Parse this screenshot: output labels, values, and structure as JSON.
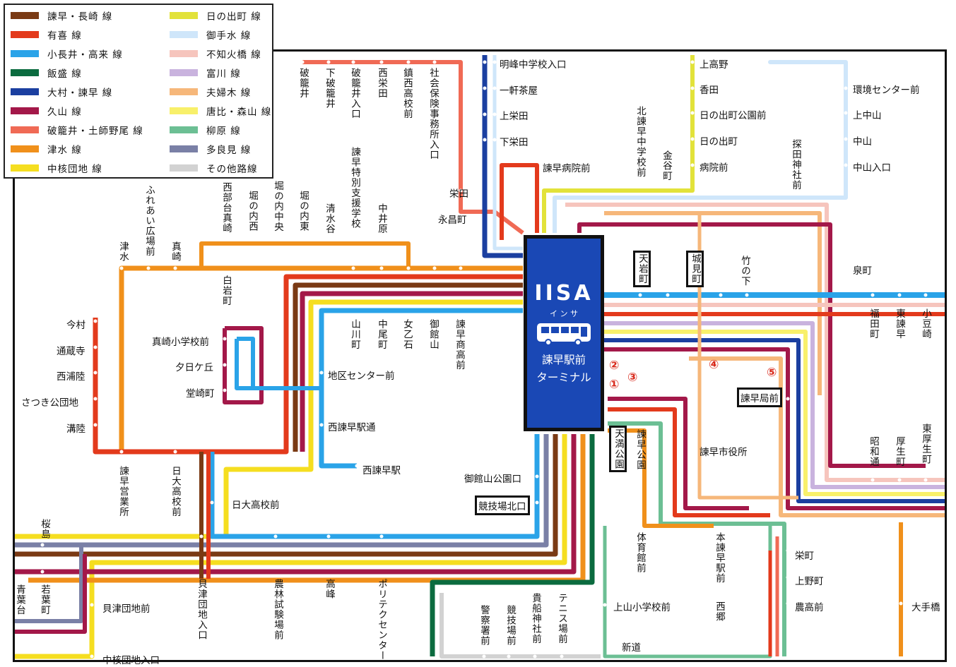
{
  "legend": [
    {
      "label": "諫早・長崎 線",
      "color": "#7a3a14"
    },
    {
      "label": "有喜 線",
      "color": "#e33a1c"
    },
    {
      "label": "小長井・高来 線",
      "color": "#2aa3e8"
    },
    {
      "label": "飯盛 線",
      "color": "#0b6b3f"
    },
    {
      "label": "大村・諫早 線",
      "color": "#1b3fa0"
    },
    {
      "label": "久山 線",
      "color": "#a31849"
    },
    {
      "label": "破籠井・土師野尾 線",
      "color": "#f06a55"
    },
    {
      "label": "津水 線",
      "color": "#f0901b"
    },
    {
      "label": "中核団地 線",
      "color": "#f5de20"
    },
    {
      "label": "日の出町 線",
      "color": "#e2e23a"
    },
    {
      "label": "御手水 線",
      "color": "#cfe6fa"
    },
    {
      "label": "不知火橋 線",
      "color": "#f6c5bd"
    },
    {
      "label": "富川 線",
      "color": "#c9b3de"
    },
    {
      "label": "夫婦木 線",
      "color": "#f6b77a"
    },
    {
      "label": "唐比・森山 線",
      "color": "#f8f06a"
    },
    {
      "label": "柳原 線",
      "color": "#6cbf94"
    },
    {
      "label": "多良見 線",
      "color": "#7a80a6"
    },
    {
      "label": "その他路線",
      "color": "#d2d2d2"
    }
  ],
  "terminal": {
    "logo": "IISA",
    "logo_kana": "イ ン サ",
    "name_line1": "諫早駅前",
    "name_line2": "ターミナル",
    "icon": "bus-icon"
  },
  "platform_numbers": [
    "①",
    "②",
    "③",
    "④",
    "⑤"
  ],
  "stops_horizontal": {
    "meiho": "明峰中学校入口",
    "ikkenchaya": "一軒茶屋",
    "kamisakae": "上栄田",
    "shimosakae": "下栄田",
    "isahaya_hosp": "諫早病院前",
    "sakaeda": "栄田",
    "nagamasa": "永昌町",
    "kamitakano": "上高野",
    "koda": "香田",
    "hinode_park": "日の出町公園前",
    "hinode": "日の出町",
    "byoin": "病院前",
    "kankyo": "環境センター前",
    "kaminakayama": "上中山",
    "nakayama": "中山",
    "nakayama_iri": "中山入口",
    "izumi": "泉町",
    "imamura": "今村",
    "tsuzoji": "通蔵寺",
    "nishiura": "西浦陸",
    "satsuki": "さつき公団地",
    "mizobata": "溝陸",
    "mazaki_sch": "真崎小学校前",
    "yuhigaoka": "夕日ケ丘",
    "dozaki": "堂崎町",
    "chiku_center": "地区センター前",
    "nishi_station_st": "西諫早駅通",
    "nishi_station": "西諫早駅",
    "gotayama_park": "御館山公園口",
    "kyogijo_north": "競技場北口",
    "nichidai": "日大高校前",
    "kainzu_danchi": "貝津団地前",
    "chukaku_iri": "中核団地入口",
    "kyokubyo": "諫早局前",
    "shiyakusho": "諫早市役所",
    "sakae": "栄町",
    "uenomachi": "上野町",
    "noko": "農高前",
    "otebashi": "大手橋",
    "kamiyama_sch": "上山小学校前",
    "shinmichi": "新道"
  },
  "stops_vertical": {
    "hagoi": "破籠井",
    "shimohagoi": "下破籠井",
    "hagoi_iri": "破籠井入口",
    "nishisakaeda": "西栄田",
    "kainishi": "鎮西高校前",
    "shakai": "社会保険事務所入口",
    "tokubetsu": "諫早特別支援学校",
    "nakairihara": "中井原",
    "kita_isahaya": "北諫早中学校前",
    "kanaya": "金谷町",
    "sakuta": "探田神社前",
    "fureai": "ふれあい広場前",
    "tsumizu": "津水",
    "mazaki": "真崎",
    "seibudai": "西部台真崎",
    "horinouchi_nishi": "堀の内西",
    "horinouchi_naka": "堀の内中央",
    "horinouchi_higashi": "堀の内東",
    "shimizudani": "清水谷",
    "shiroiwa": "白岩町",
    "yamakawa": "山川町",
    "nakao": "中尾町",
    "meotoishi": "女乙石",
    "gotayama": "御館山",
    "isahaya_shogyo": "諫早商高前",
    "takeno": "竹の下",
    "amaiwa": "天岩町",
    "hokumi": "城見町",
    "fukuda": "福田町",
    "higashi_isahaya": "東諫早",
    "kozuki": "小豆崎",
    "showa": "昭和通",
    "kosei": "厚生町",
    "higashi_kosei": "東厚生町",
    "isahaya_eigyo": "諫早営業所",
    "nichidai_v": "日大高校前",
    "kashima": "桜島",
    "aoba": "青葉台",
    "wakaba": "若葉町",
    "kaitsu_iri": "貝津団地入口",
    "noringi": "農林試験場前",
    "takamine": "高峰",
    "polytech": "ポリテクセンター",
    "amaiwa_park": "天満公園",
    "isahaya_park": "諫早公園",
    "taiikukan": "体育館前",
    "hon_isahaya": "本諫早駅前",
    "nishigo": "西郷",
    "keisatsu": "警察署前",
    "kyogijo": "競技場前",
    "kifune": "貴船神社前",
    "tennis": "テニス場前"
  }
}
